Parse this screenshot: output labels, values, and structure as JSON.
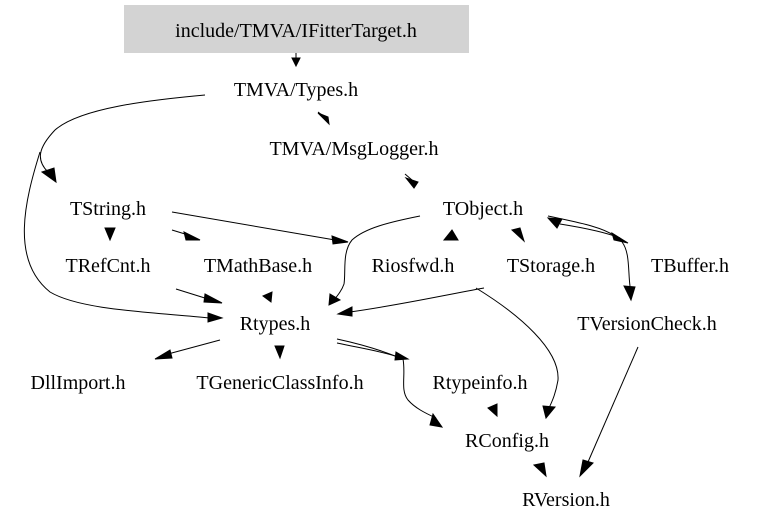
{
  "graph": {
    "type": "include-dependency-graph",
    "root": "include/TMVA/IFitterTarget.h",
    "root_fill": "#d3d3d3",
    "nodes": [
      {
        "id": "root",
        "label": "include/TMVA/IFitterTarget.h",
        "highlighted": true
      },
      {
        "id": "types",
        "label": "TMVA/Types.h"
      },
      {
        "id": "msglogger",
        "label": "TMVA/MsgLogger.h"
      },
      {
        "id": "tstring",
        "label": "TString.h"
      },
      {
        "id": "tobject",
        "label": "TObject.h"
      },
      {
        "id": "trefcnt",
        "label": "TRefCnt.h"
      },
      {
        "id": "tmathbase",
        "label": "TMathBase.h"
      },
      {
        "id": "riosfwd",
        "label": "Riosfwd.h"
      },
      {
        "id": "tstorage",
        "label": "TStorage.h"
      },
      {
        "id": "tbuffer",
        "label": "TBuffer.h"
      },
      {
        "id": "rtypes",
        "label": "Rtypes.h"
      },
      {
        "id": "tversioncheck",
        "label": "TVersionCheck.h"
      },
      {
        "id": "dllimport",
        "label": "DllImport.h"
      },
      {
        "id": "tgenericclassinfo",
        "label": "TGenericClassInfo.h"
      },
      {
        "id": "rtypeinfo",
        "label": "Rtypeinfo.h"
      },
      {
        "id": "rconfig",
        "label": "RConfig.h"
      },
      {
        "id": "rversion",
        "label": "RVersion.h"
      }
    ],
    "edges": [
      [
        "root",
        "types"
      ],
      [
        "types",
        "msglogger"
      ],
      [
        "types",
        "tstring"
      ],
      [
        "types",
        "rtypes"
      ],
      [
        "msglogger",
        "tobject"
      ],
      [
        "tstring",
        "trefcnt"
      ],
      [
        "tstring",
        "tmathbase"
      ],
      [
        "tstring",
        "riosfwd"
      ],
      [
        "tobject",
        "riosfwd"
      ],
      [
        "tobject",
        "tstorage"
      ],
      [
        "tobject",
        "tbuffer"
      ],
      [
        "tbuffer",
        "tobject"
      ],
      [
        "tobject",
        "rtypes"
      ],
      [
        "tobject",
        "tversioncheck"
      ],
      [
        "trefcnt",
        "rtypes"
      ],
      [
        "tmathbase",
        "rtypes"
      ],
      [
        "tstorage",
        "rtypes"
      ],
      [
        "tstorage",
        "rconfig"
      ],
      [
        "rtypes",
        "dllimport"
      ],
      [
        "rtypes",
        "tgenericclassinfo"
      ],
      [
        "rtypes",
        "rtypeinfo"
      ],
      [
        "rtypes",
        "rconfig"
      ],
      [
        "rtypeinfo",
        "rconfig"
      ],
      [
        "rconfig",
        "rversion"
      ],
      [
        "tversioncheck",
        "rversion"
      ]
    ]
  }
}
